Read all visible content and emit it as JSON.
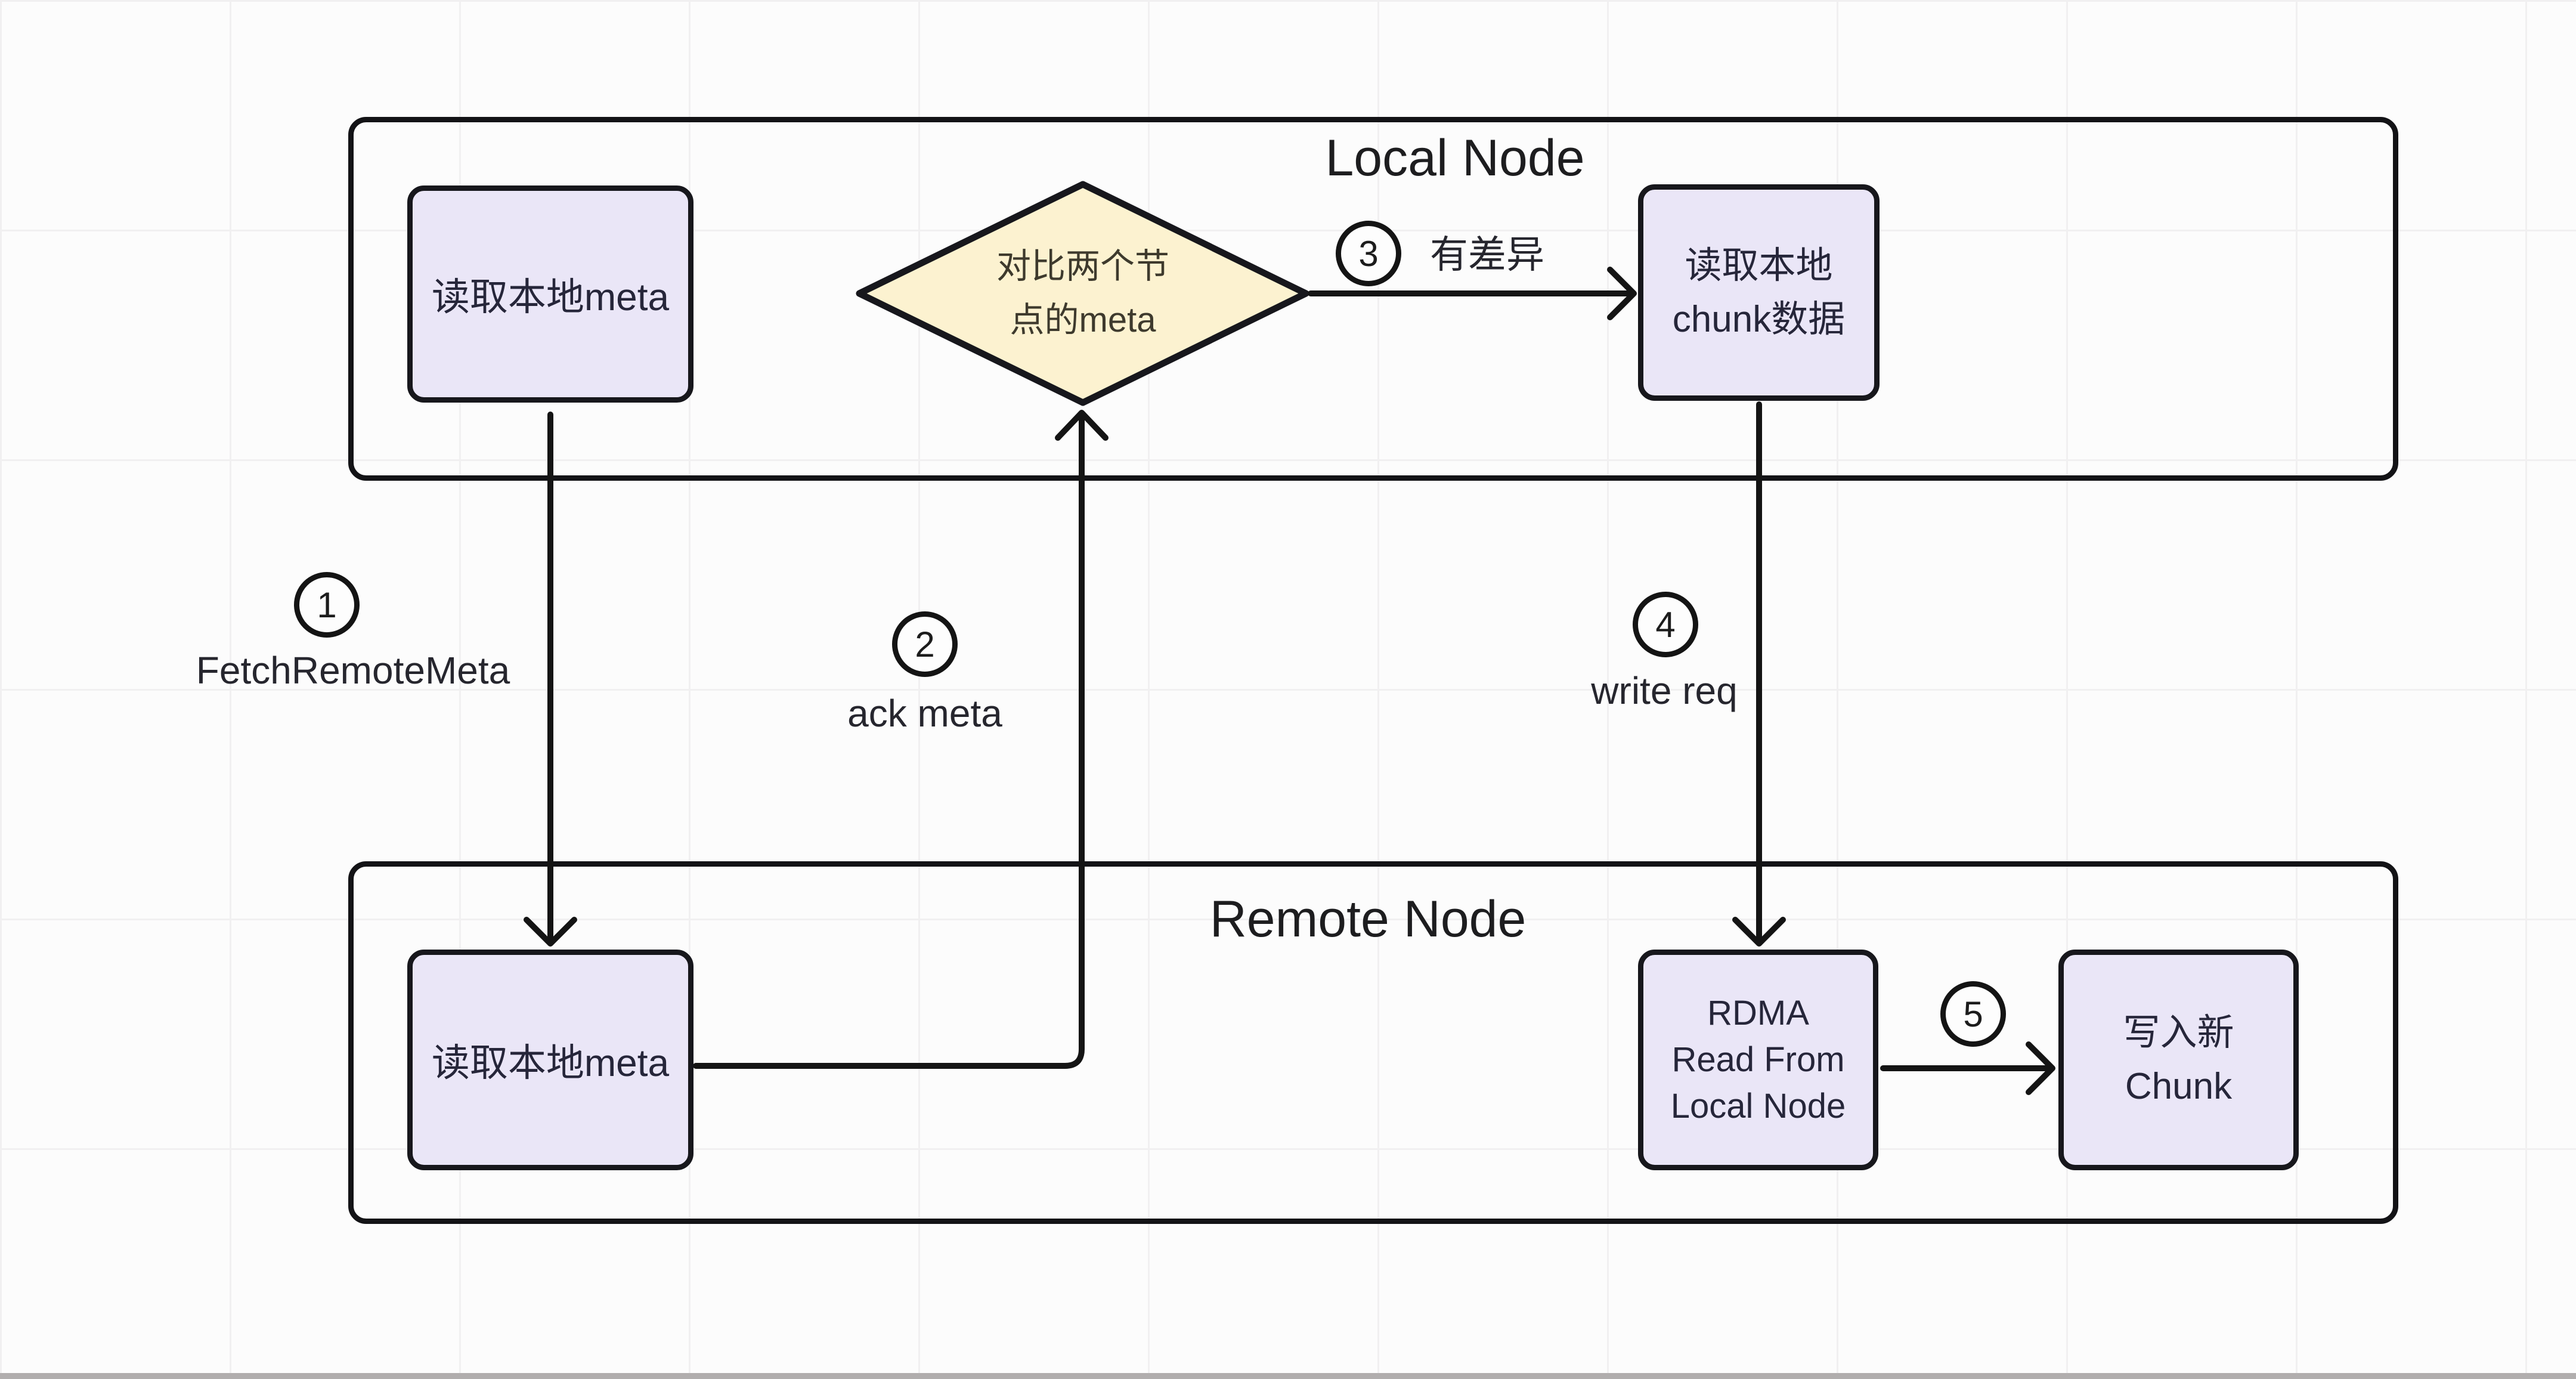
{
  "page": {
    "background": "#fcfcfc",
    "grid_color": "#f1f0f1",
    "bottom_bar_color": "#b1aeae"
  },
  "colors": {
    "box_fill": "#eae6f7",
    "box_border": "#17171c",
    "diamond_fill": "#fcf2d0",
    "line": "#141414",
    "box_text": "#26263a",
    "title_text": "#1d1d1f"
  },
  "containers": {
    "local": {
      "title": "Local Node"
    },
    "remote": {
      "title": "Remote Node"
    }
  },
  "nodes": {
    "local_read_meta": {
      "label": "读取本地meta"
    },
    "compare_meta": {
      "label": "对比两个节\n点的meta"
    },
    "read_chunk": {
      "label": "读取本地\nchunk数据"
    },
    "remote_read_meta": {
      "label": "读取本地meta"
    },
    "rdma_read": {
      "label": "RDMA\nRead From\nLocal Node"
    },
    "write_chunk": {
      "label": "写入新\nChunk"
    }
  },
  "steps": [
    {
      "number": "1",
      "label": "FetchRemoteMeta"
    },
    {
      "number": "2",
      "label": "ack meta"
    },
    {
      "number": "3",
      "label": "有差异"
    },
    {
      "number": "4",
      "label": "write req"
    },
    {
      "number": "5",
      "label": ""
    }
  ]
}
